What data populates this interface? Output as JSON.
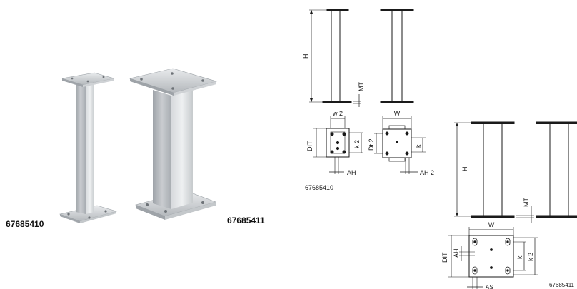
{
  "photo": {
    "left_code": "67685410",
    "right_code": "67685411"
  },
  "drawing_a": {
    "side": {
      "height_label": "H",
      "plate_thickness_label": "MT"
    },
    "plan_small": {
      "width_label": "w 2",
      "depth_label": "DIT",
      "spacing_label": "k 2",
      "hole_label": "AH"
    },
    "plan_large": {
      "width_label": "W",
      "depth_label": "Dt 2",
      "spacing_label": "k",
      "hole_label": "AH 2"
    },
    "code": "67685410"
  },
  "drawing_b": {
    "side": {
      "height_label": "H",
      "plate_thickness_label": "MT"
    },
    "plan": {
      "width_label": "W",
      "depth_label": "DIT",
      "hole_label": "AH",
      "spacing_label": "k",
      "spacing2_label": "k 2",
      "slot_label": "AS"
    },
    "code": "67685411"
  },
  "colors": {
    "steel_light": "#e4e6e8",
    "steel_mid": "#b9bdc1",
    "steel_dark": "#8d9297",
    "line": "#1a1a1a"
  }
}
